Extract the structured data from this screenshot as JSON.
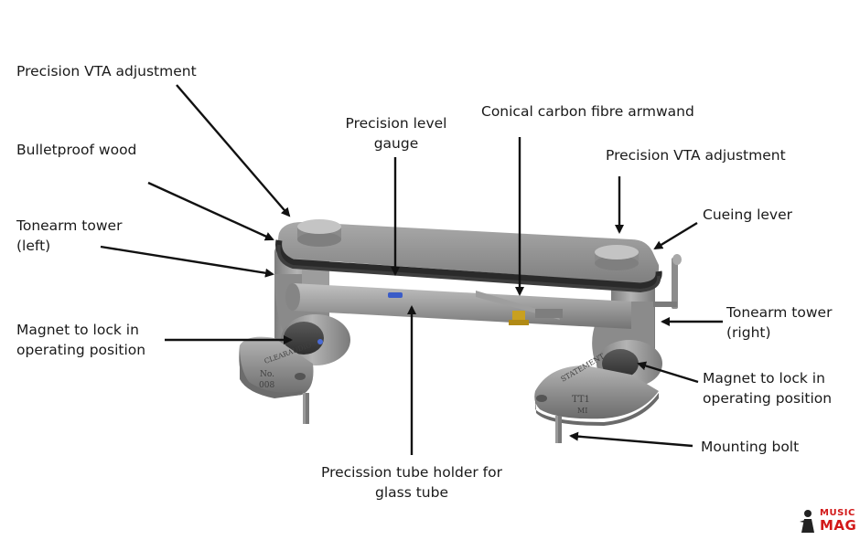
{
  "labels": {
    "vta_left": "Precision VTA adjustment",
    "bulletproof_wood": "Bulletproof wood",
    "tower_left_1": "Tonearm tower",
    "tower_left_2": "(left)",
    "magnet_left_1": "Magnet to lock in",
    "magnet_left_2": "operating position",
    "level_gauge_1": "Precision level",
    "level_gauge_2": "gauge",
    "armwand": "Conical carbon fibre armwand",
    "vta_right": "Precision VTA adjustment",
    "cueing_lever": "Cueing lever",
    "tower_right_1": "Tonearm tower",
    "tower_right_2": "(right)",
    "magnet_right_1": "Magnet to lock in",
    "magnet_right_2": "operating position",
    "mounting_bolt": "Mounting bolt",
    "tube_holder_1": "Precission tube holder for",
    "tube_holder_2": "glass tube"
  },
  "engravings": {
    "left_brand": "CLEARAUDIO",
    "left_no": "No.",
    "left_num": "008",
    "right_brand": "STATEMENT",
    "right_model": "TT1",
    "right_sub": "MI"
  },
  "watermark": {
    "line1": "MUSIC",
    "line2": "MAG"
  }
}
